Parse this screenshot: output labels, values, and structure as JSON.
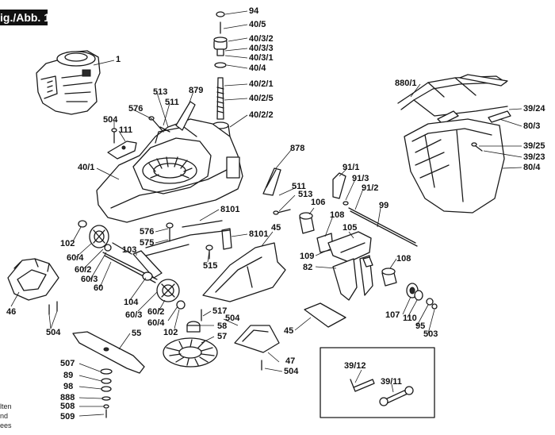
{
  "figure_label": "ig./Abb. 1",
  "note_lines": [
    "lten",
    "nd",
    "ees"
  ],
  "labels": {
    "p1": "1",
    "p94": "94",
    "p40_5": "40/5",
    "p40_3_2": "40/3/2",
    "p40_3_3": "40/3/3",
    "p40_3_1": "40/3/1",
    "p40_4": "40/4",
    "p40_2_1": "40/2/1",
    "p40_2_5": "40/2/5",
    "p40_2_2": "40/2/2",
    "p880_1": "880/1",
    "p39_24": "39/24",
    "p80_3": "80/3",
    "p39_25": "39/25",
    "p39_23": "39/23",
    "p80_4": "80/4",
    "p513a": "513",
    "p879": "879",
    "p511a": "511",
    "p576a": "576",
    "p504a": "504",
    "p111": "111",
    "p40_1": "40/1",
    "p878": "878",
    "p91_1": "91/1",
    "p91_3": "91/3",
    "p91_2": "91/2",
    "p511b": "511",
    "p513b": "513",
    "p106": "106",
    "p108a": "108",
    "p99": "99",
    "p8101a": "8101",
    "p8101b": "8101",
    "p45a": "45",
    "p105": "105",
    "p109": "109",
    "p82": "82",
    "p108b": "108",
    "p102a": "102",
    "p576b": "576",
    "p575": "575",
    "p60_4a": "60/4",
    "p103": "103",
    "p60_2a": "60/2",
    "p515": "515",
    "p60_3a": "60/3",
    "p60": "60",
    "p46": "46",
    "p104": "104",
    "p60_3b": "60/3",
    "p60_2b": "60/2",
    "p60_4b": "60/4",
    "p504b": "504",
    "p102b": "102",
    "p517": "517",
    "p504c": "504",
    "p58": "58",
    "p57": "57",
    "p55": "55",
    "p45b": "45",
    "p47": "47",
    "p504d": "504",
    "p107": "107",
    "p110": "110",
    "p95": "95",
    "p503": "503",
    "p507": "507",
    "p89": "89",
    "p98": "98",
    "p888": "888",
    "p508": "508",
    "p509": "509",
    "p39_12": "39/12",
    "p39_11": "39/11"
  }
}
